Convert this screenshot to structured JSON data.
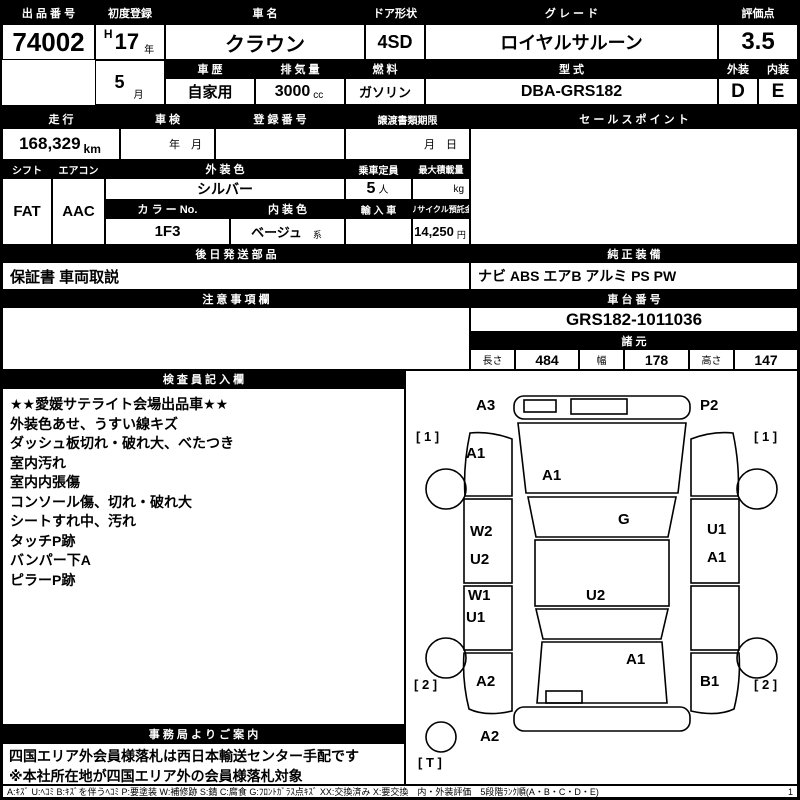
{
  "top": {
    "auction_no_label": "出 品 番 号",
    "auction_no": "74002",
    "first_reg_label": "初度登録",
    "era": "H",
    "year": "17",
    "year_unit": "年",
    "month": "5",
    "month_unit": "月",
    "car_name_label": "車  名",
    "car_name": "クラウン",
    "door_label": "ドア形状",
    "door": "4SD",
    "grade_label": "グ レ ー ド",
    "grade": "ロイヤルサルーン",
    "score_label": "評価点",
    "score": "3.5",
    "history_label": "車 歴",
    "history": "自家用",
    "displacement_label": "排 気 量",
    "displacement": "3000",
    "displacement_unit": "cc",
    "fuel_label": "燃 料",
    "fuel": "ガソリン",
    "model_label": "型  式",
    "model": "DBA-GRS182",
    "exterior_label": "外装",
    "interior_label": "内装",
    "exterior_grade": "D",
    "interior_grade": "E"
  },
  "reg": {
    "mileage_label": "走  行",
    "mileage": "168,329",
    "mileage_unit": "km",
    "inspection_label": "車  検",
    "inspection_value": "年　月",
    "reg_no_label": "登 録 番 号",
    "transfer_label": "譲渡書類期限",
    "transfer_value": "月　日",
    "sales_point_label": "セ ー ル ス ポ イ ン ト"
  },
  "specs": {
    "shift_label": "シフト",
    "shift": "FAT",
    "aircon_label": "エアコン",
    "aircon": "AAC",
    "ext_color_label": "外 装 色",
    "ext_color": "シルバー",
    "capacity_label": "乗車定員",
    "capacity": "5",
    "capacity_unit": "人",
    "max_load_label": "最大積載量",
    "max_load_unit": "kg",
    "color_no_label": "カ ラ ー No.",
    "color_no": "1F3",
    "int_color_label": "内 装 色",
    "int_color": "ベージュ",
    "int_color_suffix": "系",
    "import_label": "輸 入 車",
    "recycle_label": "リサイクル預託金",
    "recycle": "14,250",
    "recycle_unit": "円"
  },
  "parts": {
    "later_parts_label": "後 日 発 送 部 品",
    "later_parts": "保証書 車両取説",
    "equipment_label": "純 正 装 備",
    "equipment": "ナビ  ABS  エアB  アルミ  PS  PW"
  },
  "notes": {
    "caution_label": "注 意 事 項 欄",
    "chassis_label": "車 台 番 号",
    "chassis_no": "GRS182-1011036",
    "dimensions_label": "諸  元",
    "length_label": "長さ",
    "length": "484",
    "width_label": "幅",
    "width": "178",
    "height_label": "高さ",
    "height": "147"
  },
  "inspection": {
    "label": "検 査 員 記 入 欄",
    "lines": [
      "★★愛媛サテライト会場出品車★★",
      "外装色あせ、うすい線キズ",
      "ダッシュ板切れ・破れ大、べたつき",
      "室内汚れ",
      "室内内張傷",
      "コンソール傷、切れ・破れ大",
      "シートすれ中、汚れ",
      "タッチP跡",
      "バンパー下A",
      "ピラーP跡"
    ]
  },
  "office": {
    "label": "事 務 局 よ り ご 案 内",
    "lines": [
      "四国エリア外会員様落札は西日本輸送センター手配です",
      "※本社所在地が四国エリア外の会員様落札対象"
    ]
  },
  "diagram": {
    "codes": [
      "A3",
      "P2",
      "[ 1 ]",
      "[ 1 ]",
      "A1",
      "A1",
      "W2",
      "U2",
      "G",
      "U1",
      "A1",
      "W1",
      "U1",
      "U2",
      "A2",
      "A1",
      "B1",
      "[ 2 ]",
      "[ 2 ]",
      "A2",
      "[ T ]"
    ]
  },
  "legend": {
    "text": "A:ｷｽﾞ U:ﾍｺﾐ B:ｷｽﾞを伴うﾍｺﾐ P:要塗装 W:補修跡 S:錆 C:腐食 G:ﾌﾛﾝﾄｶﾞﾗｽ点ｷｽﾞ XX:交換済み X:要交換　内・外装評価　5段階ﾗﾝｸ順(A・B・C・D・E)",
    "page": "1"
  }
}
